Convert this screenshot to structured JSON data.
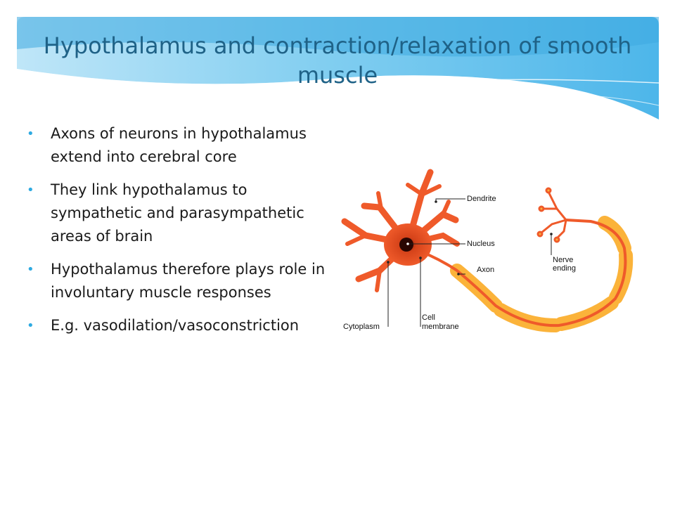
{
  "slide": {
    "title": "Hypothalamus and contraction/relaxation of smooth muscle",
    "bullets": [
      "Axons of neurons in hypothalamus extend into cerebral core",
      "They link hypothalamus to sympathetic and parasympathetic areas of brain",
      "Hypothalamus therefore plays role in involuntary muscle responses",
      "E.g. vasodilation/vasoconstriction"
    ]
  },
  "diagram": {
    "labels": {
      "dendrite": "Dendrite",
      "nucleus": "Nucleus",
      "axon": "Axon",
      "nerve_ending_line1": "Nerve",
      "nerve_ending_line2": "ending",
      "cytoplasm": "Cytoplasm",
      "cell_membrane_line1": "Cell",
      "cell_membrane_line2": "membrane"
    }
  },
  "colors": {
    "title": "#1f6287",
    "bullet": "#2eaae1",
    "neuron": "#ef5a2a",
    "myelin": "#fbb33a"
  }
}
